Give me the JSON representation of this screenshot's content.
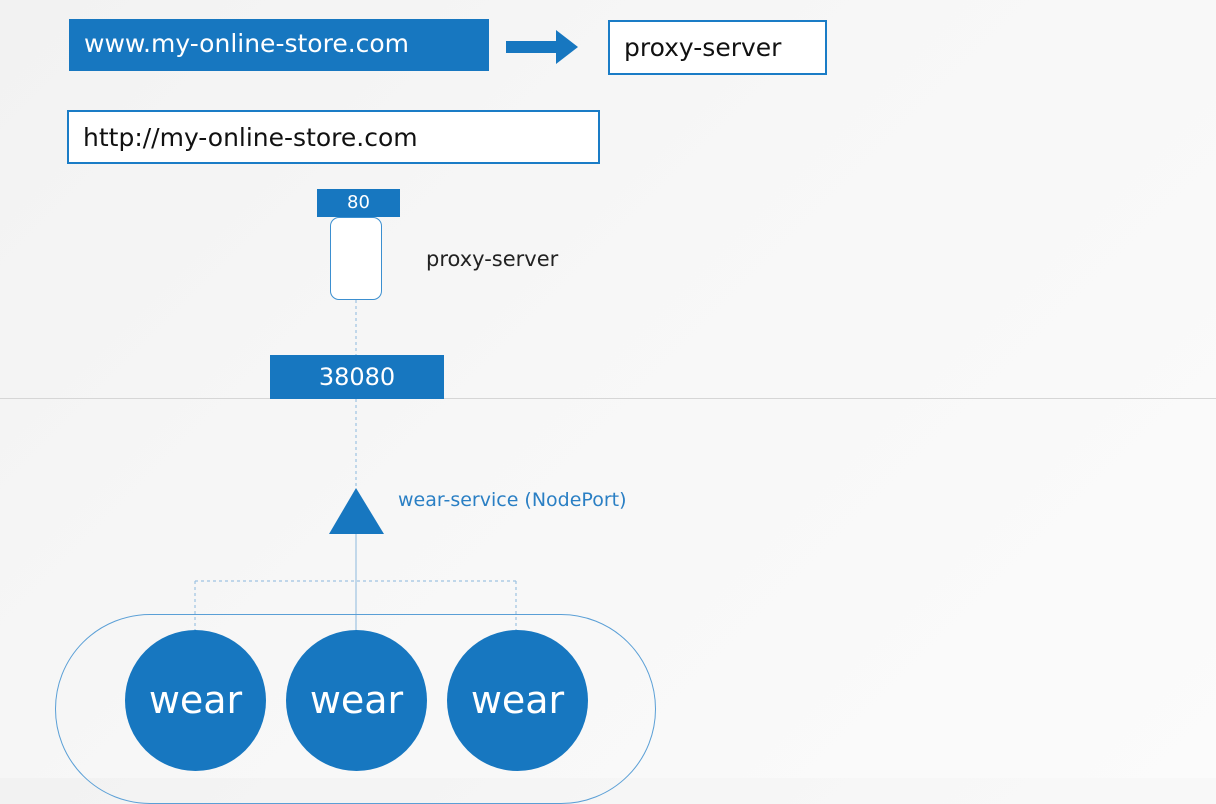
{
  "diagram": {
    "url_www": "www.my-online-store.com",
    "proxy_box_label": "proxy-server",
    "url_http": "http://my-online-store.com",
    "proxy_port": "80",
    "proxy_pod_label": "proxy-server",
    "node_port": "38080",
    "service_label": "wear-service (NodePort)",
    "pods": [
      {
        "label": "wear"
      },
      {
        "label": "wear"
      },
      {
        "label": "wear"
      }
    ]
  },
  "colors": {
    "accent": "#1777c0",
    "outline": "#1a7cc6",
    "service_text": "#2a7fc4"
  }
}
